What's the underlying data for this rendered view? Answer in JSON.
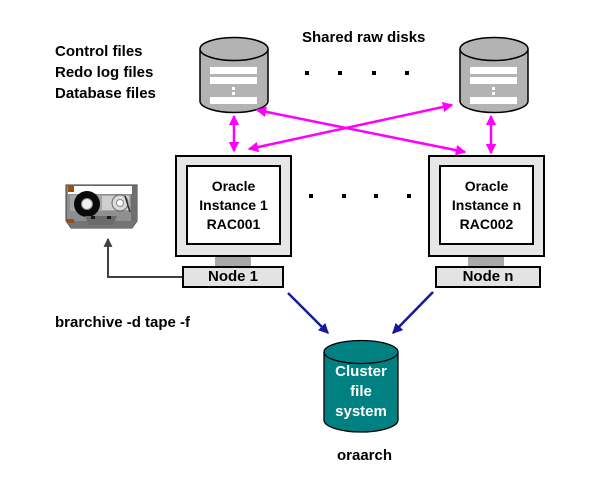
{
  "labels": {
    "file_list": [
      "Control files",
      "Redo log files",
      "Database files"
    ],
    "shared_raw_disks": "Shared raw disks",
    "brarchive_command": "brarchive -d tape -f",
    "archive_label": "oraarch"
  },
  "nodes": [
    {
      "instance_lines": [
        "Oracle",
        "Instance 1",
        "RAC001"
      ],
      "node_label": "Node 1"
    },
    {
      "instance_lines": [
        "Oracle",
        "Instance n",
        "RAC002"
      ],
      "node_label": "Node n"
    }
  ],
  "cluster_file_system_lines": [
    "Cluster",
    "file",
    "system"
  ],
  "icons": {
    "shared_disk": "disk-cylinder-icon",
    "tape": "tape-cassette-icon",
    "cluster_fs": "teal-cylinder-icon"
  },
  "colors": {
    "arrow_magenta": "#ff00ff",
    "arrow_navy": "#18189c",
    "arrow_dark": "#3f3f3f",
    "disk_fill": "#b3b3b3",
    "cluster_fs_fill": "#008080",
    "monitor_fill": "#e6e6e6",
    "node_fill": "#e3e3e3"
  }
}
